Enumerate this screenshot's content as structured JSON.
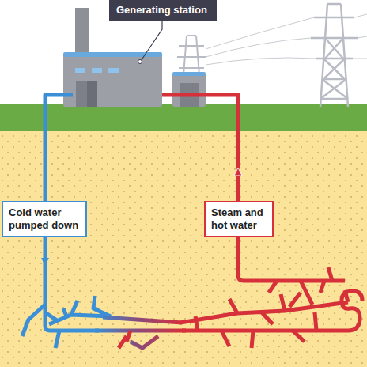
{
  "diagram": {
    "nodes": [
      {
        "text": [
          "Generating station"
        ]
      },
      {
        "text": [
          "Cold water pumped down"
        ]
      },
      {
        "text": [
          "Steam and hot water"
        ]
      }
    ]
  }
}
